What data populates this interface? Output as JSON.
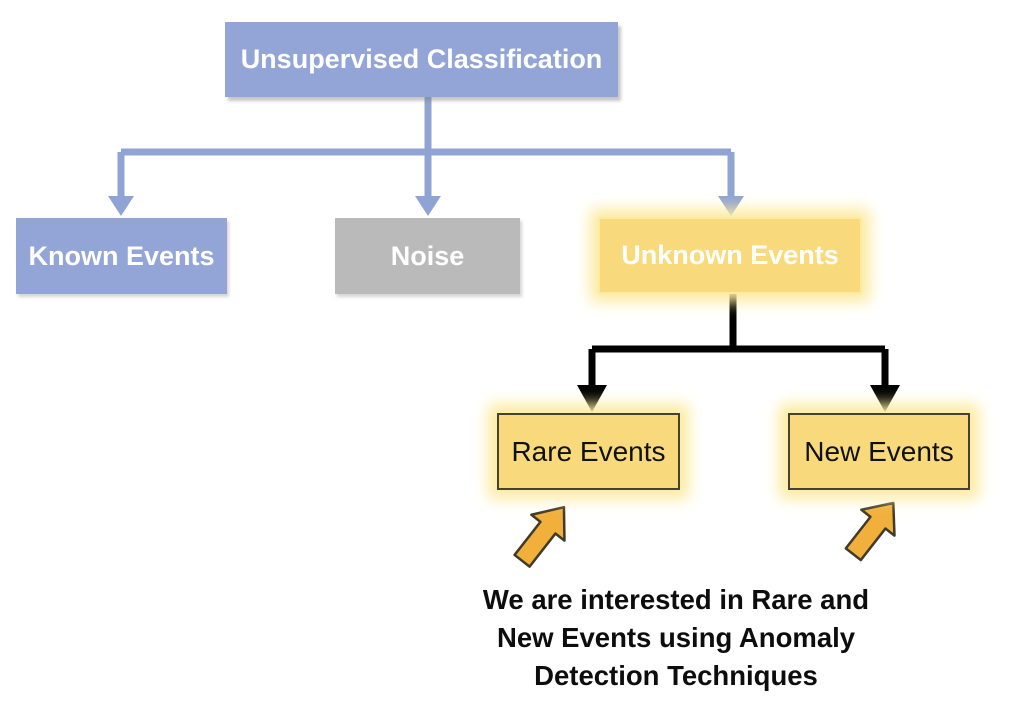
{
  "nodes": {
    "root": {
      "label": "Unsupervised Classification"
    },
    "known": {
      "label": "Known Events"
    },
    "noise": {
      "label": "Noise"
    },
    "unknown": {
      "label": "Unknown Events"
    },
    "rare": {
      "label": "Rare Events"
    },
    "new": {
      "label": "New Events"
    }
  },
  "annotation": {
    "line1": "We are interested in Rare and",
    "line2": "New Events using Anomaly",
    "line3": "Detection Techniques"
  },
  "icons": {
    "down_arrowhead": "filled triangle arrowhead on tree connectors",
    "callout_arrow": "orange block arrow pointing up-right at the yellow boxes"
  },
  "colors": {
    "node_blue": "#93a5d7",
    "node_gray": "#bababa",
    "node_yellow": "#f8da7d",
    "yellow_glow": "#fceba0",
    "yellow_border_light": "#fce9a4",
    "yellow_border_dark": "#474130",
    "connector_blue": "#8fa3d4",
    "connector_black": "#000000",
    "arrow_orange": "#f1b03c",
    "arrow_outline": "#403a26",
    "text_white": "#ffffff",
    "text_black": "#111111"
  }
}
